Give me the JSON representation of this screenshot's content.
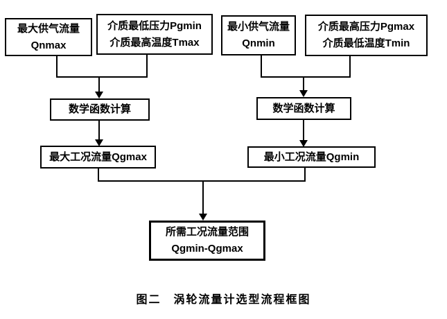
{
  "diagram": {
    "nodes": {
      "qnmax": {
        "line1": "最大供气流量",
        "line2": "Qnmax"
      },
      "pgmin_tmax": {
        "line1": "介质最低压力Pgmin",
        "line2": "介质最高温度Tmax"
      },
      "qnmin": {
        "line1": "最小供气流量",
        "line2": "Qnmin"
      },
      "pgmax_tmin": {
        "line1": "介质最高压力Pgmax",
        "line2": "介质最低温度Tmin"
      },
      "calc_left": {
        "label": "数学函数计算"
      },
      "calc_right": {
        "label": "数学函数计算"
      },
      "qgmax": {
        "label": "最大工况流量Qgmax"
      },
      "qgmin": {
        "label": "最小工况流量Qgmin"
      },
      "result": {
        "line1": "所需工况流量范围",
        "line2": "Qgmin-Qgmax"
      }
    },
    "caption": "图二　涡轮流量计选型流程框图",
    "colors": {
      "line": "#000000",
      "background": "#ffffff",
      "text": "#000000"
    }
  }
}
